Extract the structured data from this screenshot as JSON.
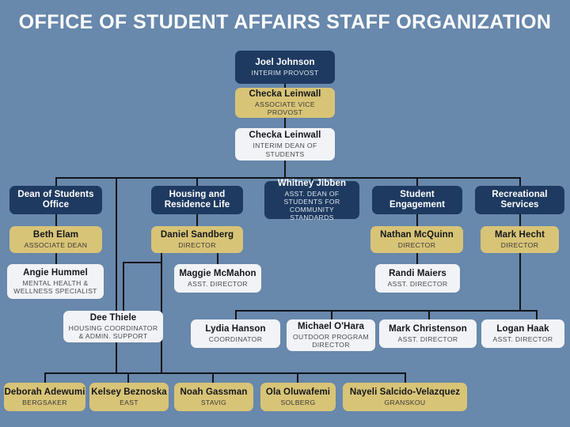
{
  "title": "OFFICE OF STUDENT AFFAIRS STAFF ORGANIZATION",
  "colors": {
    "background": "#6888AC",
    "navy": "#1E3A60",
    "gold": "#D8C477",
    "white": "#F1F3F6",
    "line": "#11151B",
    "title_text": "#FFFFFF"
  },
  "nodes": {
    "provost": {
      "name": "Joel Johnson",
      "role": "INTERIM PROVOST"
    },
    "assoc_vp": {
      "name": "Checka Leinwall",
      "role": "ASSOCIATE VICE PROVOST"
    },
    "interim_dean": {
      "name": "Checka Leinwall",
      "role": "INTERIM DEAN OF STUDENTS"
    },
    "dept_dos": {
      "name": "Dean of Students Office",
      "role": ""
    },
    "dept_housing": {
      "name": "Housing and Residence Life",
      "role": ""
    },
    "dept_whitney": {
      "name": "Whitney Jibben",
      "role": "ASST. DEAN OF STUDENTS FOR COMMUNITY STANDARDS"
    },
    "dept_engage": {
      "name": "Student Engagement",
      "role": ""
    },
    "dept_rec": {
      "name": "Recreational Services",
      "role": ""
    },
    "beth_elam": {
      "name": "Beth Elam",
      "role": "ASSOCIATE DEAN"
    },
    "daniel_sandberg": {
      "name": "Daniel Sandberg",
      "role": "DIRECTOR"
    },
    "nathan_mcquinn": {
      "name": "Nathan McQuinn",
      "role": "DIRECTOR"
    },
    "mark_hecht": {
      "name": "Mark Hecht",
      "role": "DIRECTOR"
    },
    "angie_hummel": {
      "name": "Angie Hummel",
      "role": "MENTAL HEALTH & WELLNESS SPECIALIST"
    },
    "maggie_mcmahon": {
      "name": "Maggie McMahon",
      "role": "ASST. DIRECTOR"
    },
    "randi_maiers": {
      "name": "Randi Maiers",
      "role": "ASST. DIRECTOR"
    },
    "dee_thiele": {
      "name": "Dee Thiele",
      "role": "HOUSING COORDINATOR & ADMIN. SUPPORT"
    },
    "lydia_hanson": {
      "name": "Lydia Hanson",
      "role": "COORDINATOR"
    },
    "michael_ohara": {
      "name": "Michael O'Hara",
      "role": "OUTDOOR PROGRAM DIRECTOR"
    },
    "mark_christenson": {
      "name": "Mark Christenson",
      "role": "ASST. DIRECTOR"
    },
    "logan_haak": {
      "name": "Logan Haak",
      "role": "ASST. DIRECTOR"
    },
    "deborah_adewumi": {
      "name": "Deborah Adewumi",
      "role": "BERGSAKER"
    },
    "kelsey_beznoska": {
      "name": "Kelsey Beznoska",
      "role": "EAST"
    },
    "noah_gassman": {
      "name": "Noah Gassman",
      "role": "STAVIG"
    },
    "ola_oluwafemi": {
      "name": "Ola Oluwafemi",
      "role": "SOLBERG"
    },
    "nayeli_salcido": {
      "name": "Nayeli Salcido-Velazquez",
      "role": "GRANSKOU"
    }
  }
}
